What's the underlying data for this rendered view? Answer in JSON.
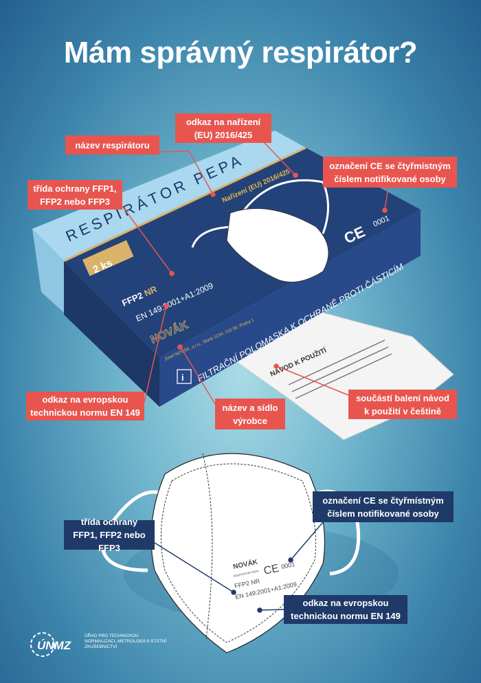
{
  "title": "Mám správný respirátor?",
  "box": {
    "name": "RESPIRÁTOR PEPA",
    "regulation": "Nařízení (EU) 2016/425",
    "count": "2 ks",
    "class": "FFP2",
    "class_suffix": "NR",
    "norm": "EN 149:2001+A1:2009",
    "brand": "NOVÁK",
    "manufacturer": "Josef NOVÁK, s.r.o., Stará 1234, 110 00, Praha 1",
    "side_text": "FILTRAČNÍ POLOMASKA K OCHRANĚ PROTI ČÁSTICÍM",
    "ce_number": "0001",
    "leaflet_title": "NÁVOD K POUŽITÍ"
  },
  "mask": {
    "brand": "NOVÁK",
    "model": "RESPIRÁTOR PEPA",
    "class": "FFP2 NR",
    "ce_number": "0001",
    "norm": "EN 149:2001+A1:2009"
  },
  "callouts_box": [
    {
      "text": "odkaz na nařízení (EU) 2016/425"
    },
    {
      "text": "název respirátoru"
    },
    {
      "text": "označení CE se čtyřmístným číslem notifikované osoby"
    },
    {
      "text": "třída ochrany FFP1, FFP2 nebo FFP3"
    },
    {
      "text": "odkaz na evropskou technickou normu EN 149"
    },
    {
      "text": "název a sídlo výrobce"
    },
    {
      "text": "součástí balení návod k použití v češtině"
    }
  ],
  "callouts_mask": [
    {
      "text": "označení CE se čtyřmístným číslem notifikované osoby"
    },
    {
      "text": "třída ochrany FFP1, FFP2 nebo FFP3"
    },
    {
      "text": "odkaz na evropskou technickou normu EN 149"
    }
  ],
  "logo": {
    "mark": "ÚNMZ",
    "text": "ÚŘAD PRO TECHNICKOU NORMALIZACI, METROLOGII A STÁTNÍ ZKUŠEBNICTVÍ"
  },
  "colors": {
    "red": "#e8554f",
    "navy": "#1f3a68",
    "box_blue": "#23427a",
    "light_blue": "#a9d8ef",
    "gold": "#d9b36a"
  }
}
